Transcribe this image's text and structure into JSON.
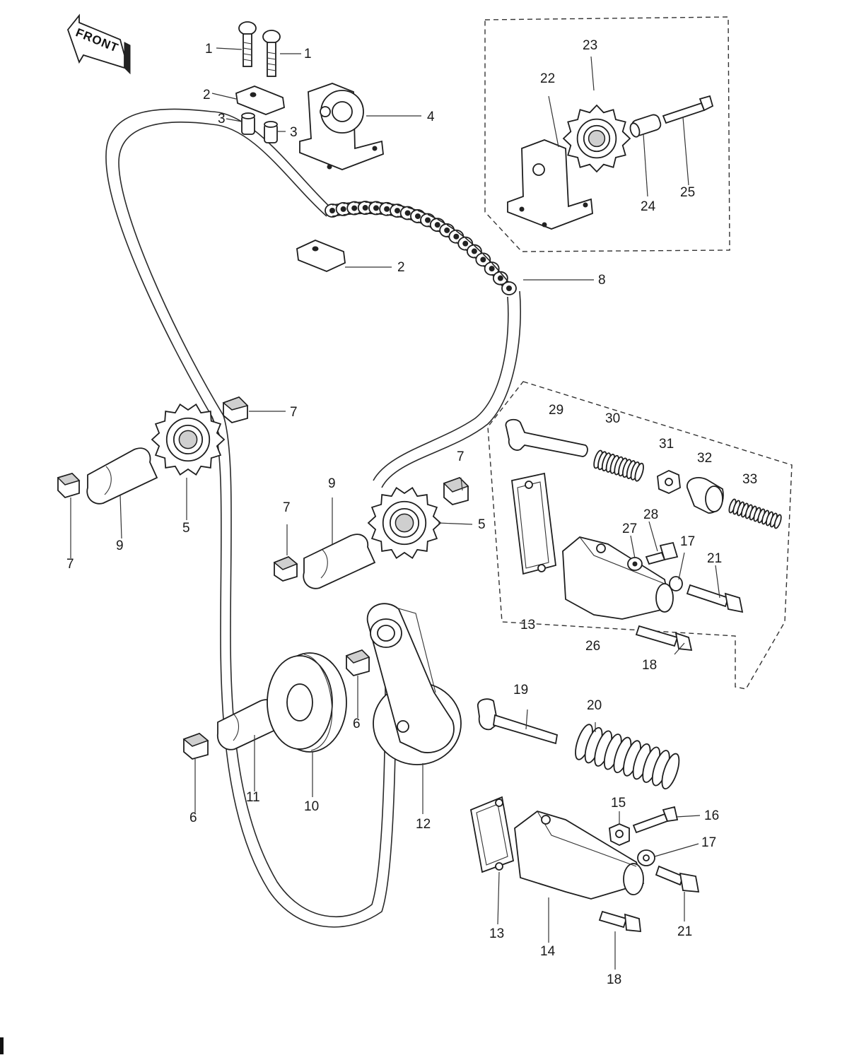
{
  "front_tag": "FRONT",
  "labels": [
    {
      "id": "1a",
      "text": "1"
    },
    {
      "id": "1b",
      "text": "1"
    },
    {
      "id": "2a",
      "text": "2"
    },
    {
      "id": "2b",
      "text": "2"
    },
    {
      "id": "3a",
      "text": "3"
    },
    {
      "id": "3b",
      "text": "3"
    },
    {
      "id": "4",
      "text": "4"
    },
    {
      "id": "5a",
      "text": "5"
    },
    {
      "id": "5b",
      "text": "5"
    },
    {
      "id": "6a",
      "text": "6"
    },
    {
      "id": "6b",
      "text": "6"
    },
    {
      "id": "7a",
      "text": "7"
    },
    {
      "id": "7b",
      "text": "7"
    },
    {
      "id": "7c",
      "text": "7"
    },
    {
      "id": "7d",
      "text": "7"
    },
    {
      "id": "8",
      "text": "8"
    },
    {
      "id": "9a",
      "text": "9"
    },
    {
      "id": "9b",
      "text": "9"
    },
    {
      "id": "10",
      "text": "10"
    },
    {
      "id": "11",
      "text": "11"
    },
    {
      "id": "12",
      "text": "12"
    },
    {
      "id": "13a",
      "text": "13"
    },
    {
      "id": "13b",
      "text": "13"
    },
    {
      "id": "14",
      "text": "14"
    },
    {
      "id": "15",
      "text": "15"
    },
    {
      "id": "16",
      "text": "16"
    },
    {
      "id": "17a",
      "text": "17"
    },
    {
      "id": "17b",
      "text": "17"
    },
    {
      "id": "18a",
      "text": "18"
    },
    {
      "id": "18b",
      "text": "18"
    },
    {
      "id": "19",
      "text": "19"
    },
    {
      "id": "20",
      "text": "20"
    },
    {
      "id": "21a",
      "text": "21"
    },
    {
      "id": "21b",
      "text": "21"
    },
    {
      "id": "22",
      "text": "22"
    },
    {
      "id": "23",
      "text": "23"
    },
    {
      "id": "24",
      "text": "24"
    },
    {
      "id": "25",
      "text": "25"
    },
    {
      "id": "26",
      "text": "26"
    },
    {
      "id": "27",
      "text": "27"
    },
    {
      "id": "28",
      "text": "28"
    },
    {
      "id": "29",
      "text": "29"
    },
    {
      "id": "30",
      "text": "30"
    },
    {
      "id": "31",
      "text": "31"
    },
    {
      "id": "32",
      "text": "32"
    },
    {
      "id": "33",
      "text": "33"
    }
  ]
}
